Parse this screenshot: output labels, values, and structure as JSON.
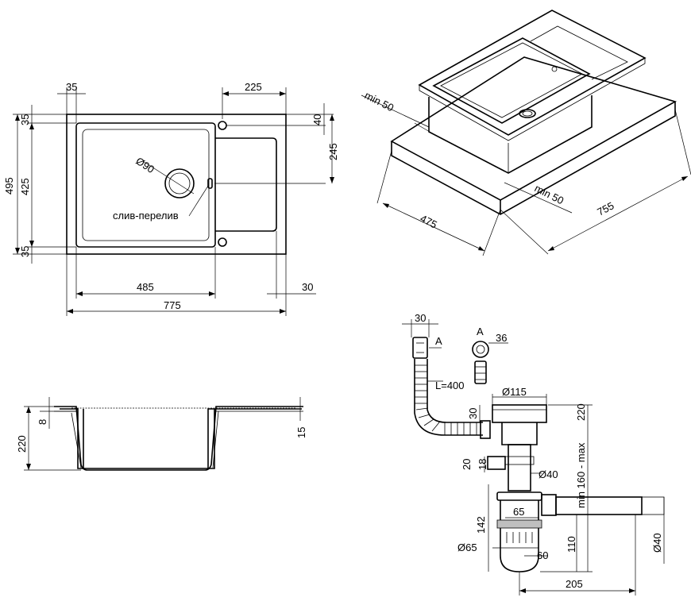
{
  "plan": {
    "d_top_left": "35",
    "d_top_right": "225",
    "d_left_35_top": "35",
    "d_left_495": "495",
    "d_left_425": "425",
    "d_left_35_bottom": "35",
    "d_right_40": "40",
    "d_right_245": "245",
    "d_diameter": "Ø90",
    "overflow_label": "слив-перелив",
    "d_bottom_485": "485",
    "d_bottom_30": "30",
    "d_bottom_775": "775"
  },
  "iso": {
    "min_left": "min 50",
    "min_right": "min 50",
    "d_475": "475",
    "d_755": "755"
  },
  "section": {
    "d_8": "8",
    "d_220": "220",
    "d_15": "15"
  },
  "siphon": {
    "d_30_top": "30",
    "label_a_small": "A",
    "label_a": "A",
    "d_36": "36",
    "hose_length": "L=400",
    "d_115": "Ø115",
    "d_30_side": "30",
    "d_220": "220",
    "d_20": "20",
    "d_18": "18",
    "d_40_mid": "Ø40",
    "range": "min 160 - max",
    "d_65": "65",
    "d_142": "142",
    "d_110": "110",
    "d_65_diam": "Ø65",
    "d_60": "60",
    "d_40_outlet": "Ø40",
    "d_205": "205"
  }
}
